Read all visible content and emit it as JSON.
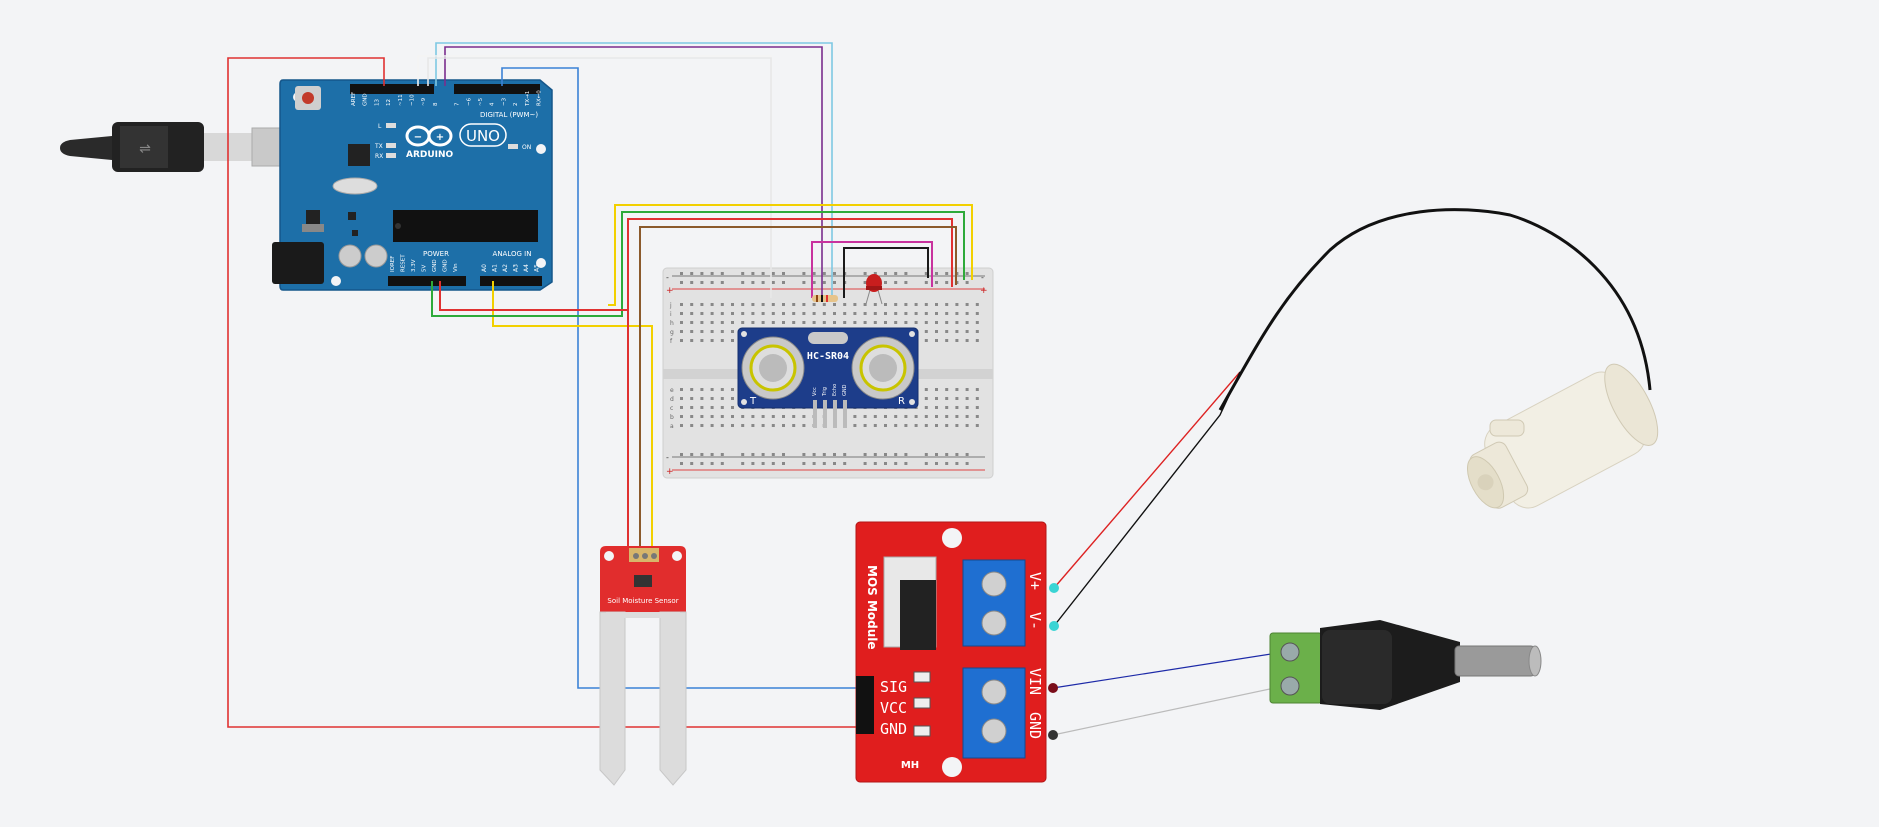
{
  "arduino": {
    "brand": "ARDUINO",
    "model": "UNO",
    "digital_label": "DIGITAL (PWM~)",
    "analog_label": "ANALOG IN",
    "power_label": "POWER",
    "on_label": "ON",
    "l_label": "L",
    "tx_label": "TX",
    "rx_label": "RX",
    "top_pins": [
      "AREF",
      "GND",
      "13",
      "12",
      "~11",
      "~10",
      "~9",
      "8",
      "7",
      "~6",
      "~5",
      "4",
      "~3",
      "2",
      "TX→1",
      "RX←0"
    ],
    "power_pins": [
      "IOREF",
      "RESET",
      "3.3V",
      "5V",
      "GND",
      "GND",
      "Vin"
    ],
    "analog_pins": [
      "A0",
      "A1",
      "A2",
      "A3",
      "A4",
      "A5"
    ]
  },
  "sensor": {
    "name": "HC-SR04",
    "left_mark": "T",
    "right_mark": "R",
    "pins": [
      "Vcc",
      "Trig",
      "Echo",
      "GND"
    ]
  },
  "breadboard": {
    "row_letters_top": [
      "j",
      "i",
      "h",
      "g",
      "f"
    ],
    "row_letters_bottom": [
      "e",
      "d",
      "c",
      "b",
      "a"
    ],
    "plus_label": "+",
    "minus_label": "-"
  },
  "soil": {
    "label": "Soil Moisture Sensor"
  },
  "mosfet": {
    "module_label": "MOS Module",
    "pin_sig": "SIG",
    "pin_vcc": "VCC",
    "pin_gnd": "GND",
    "out_plus": "V+",
    "out_minus": "V-",
    "in_vin": "VIN",
    "in_gnd": "GND",
    "maker": "MH"
  },
  "colors": {
    "background": "#f3f4f6",
    "arduino_board": "#1d6fa8",
    "mosfet_board": "#e01e1e",
    "breadboard": "#e5e5e5",
    "wire_red": "#e03131",
    "wire_black": "#1a1a1a",
    "wire_blue": "#3b82d6",
    "wire_lightblue": "#7ec8e3",
    "wire_purple": "#7b2d8e",
    "wire_magenta": "#c8329e",
    "wire_yellow": "#f2d000",
    "wire_green": "#2eaa3a",
    "wire_brown": "#8b5a2b",
    "wire_white": "#e8e8e8",
    "wire_navy": "#1d2aa8"
  }
}
